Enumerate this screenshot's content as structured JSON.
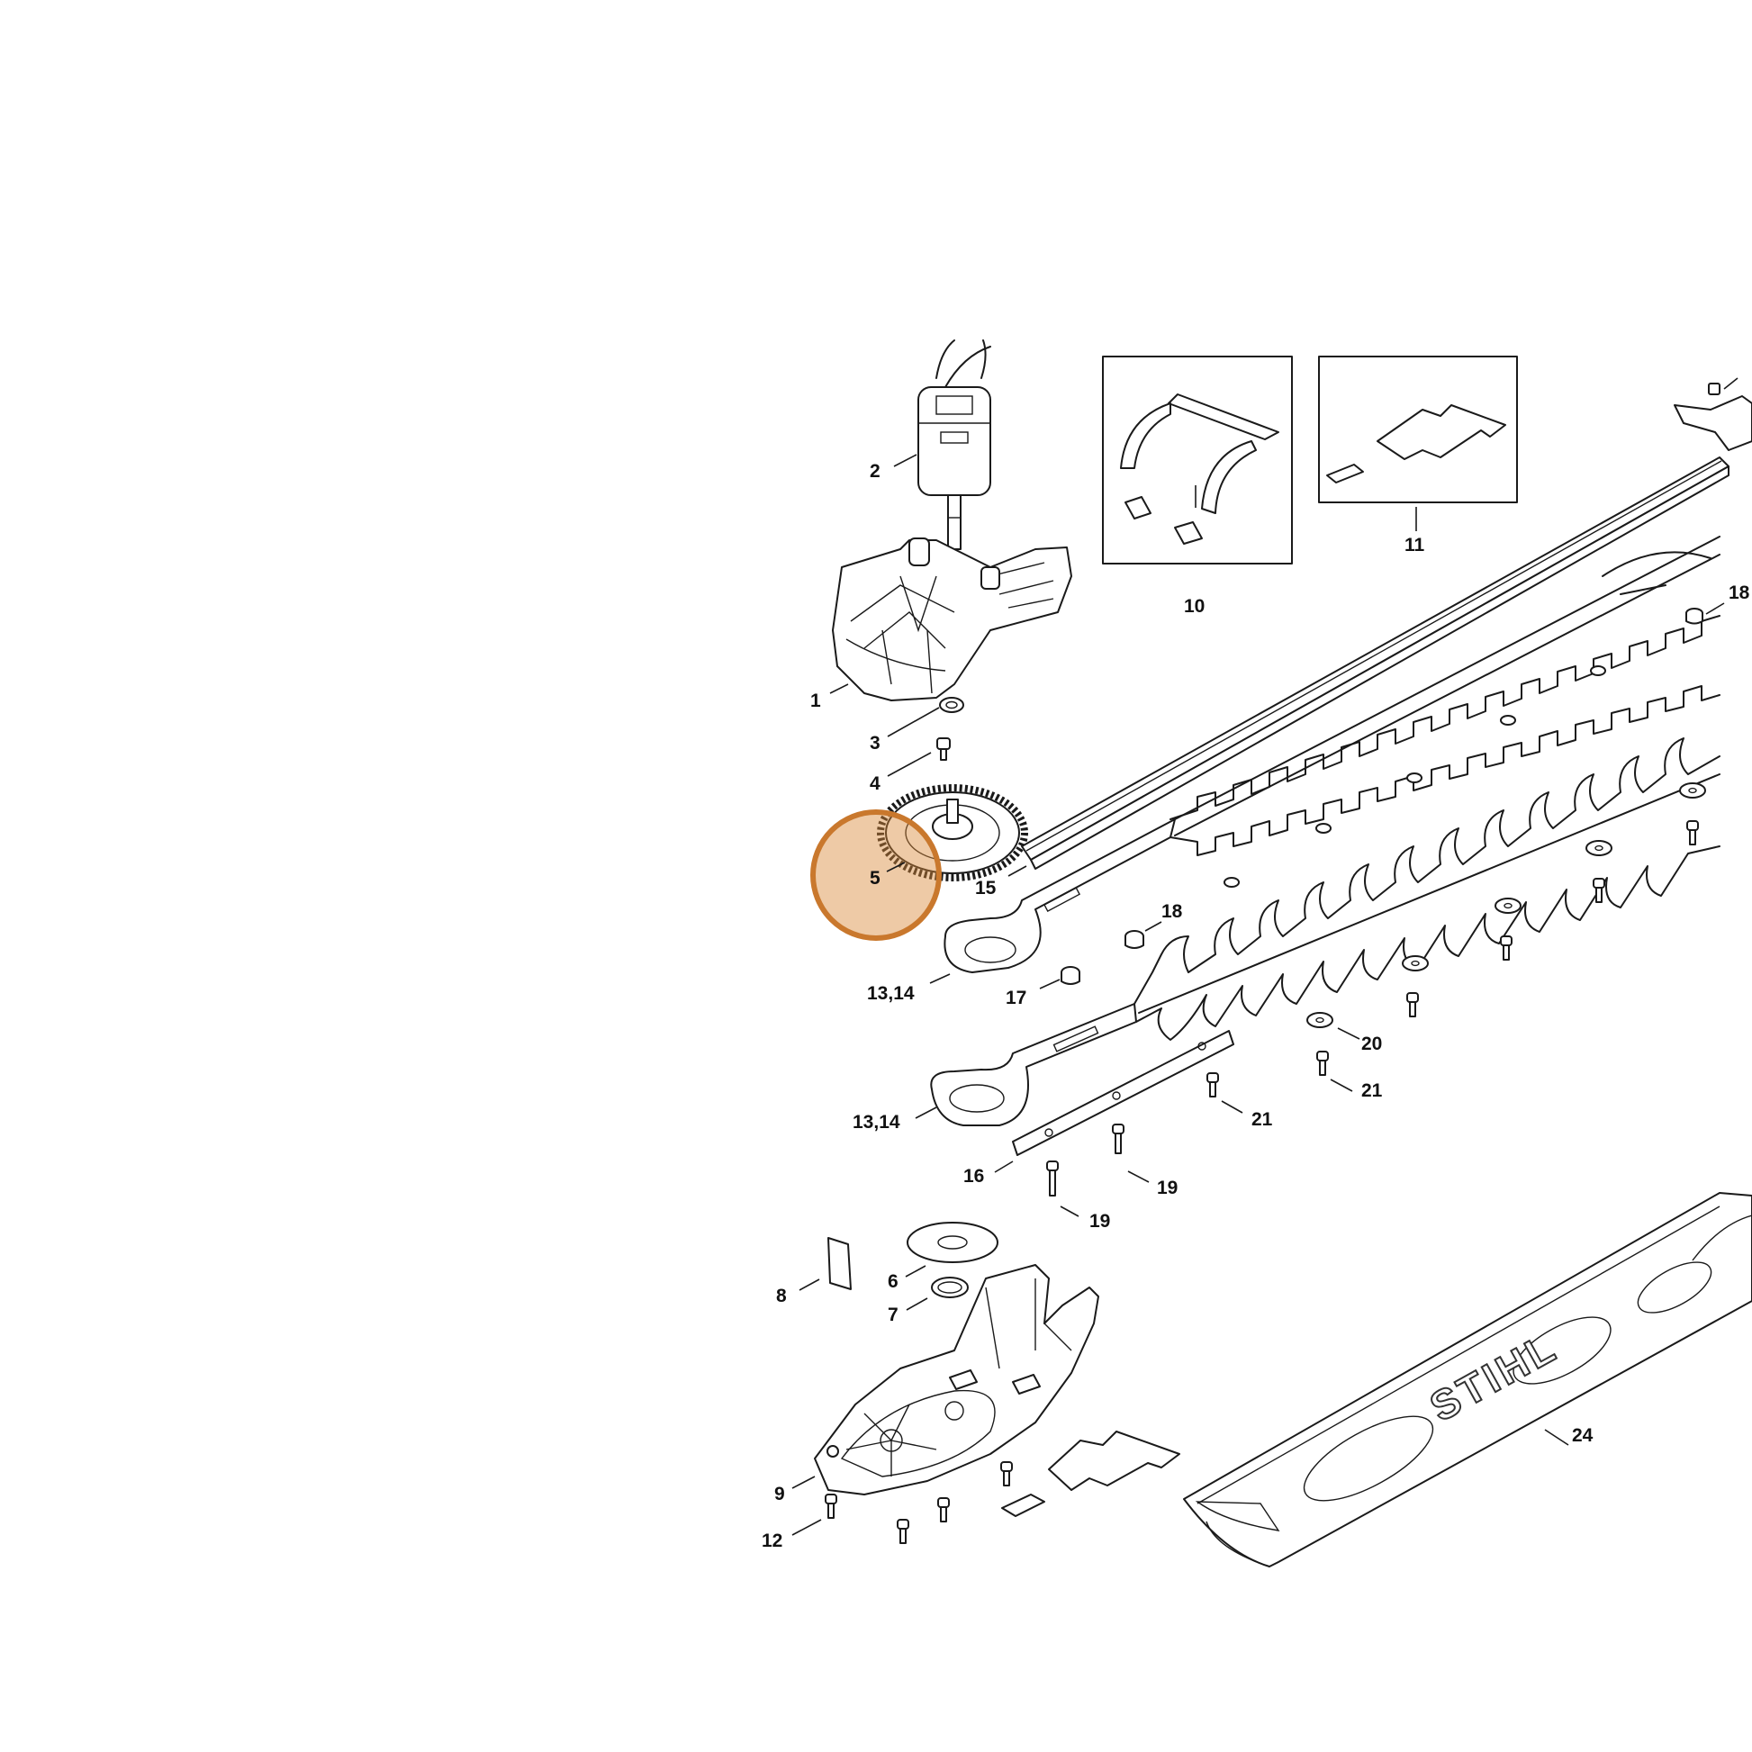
{
  "diagram": {
    "brand_mark": "STIHL",
    "highlight": {
      "part": "5",
      "color": "#d98a3a"
    },
    "labels": {
      "p1": "1",
      "p2": "2",
      "p3": "3",
      "p4": "4",
      "p5": "5",
      "p6": "6",
      "p7": "7",
      "p8": "8",
      "p9": "9",
      "p10": "10",
      "p11": "11",
      "p12": "12",
      "p13_14_a": "13,14",
      "p13_14_b": "13,14",
      "p15": "15",
      "p16": "16",
      "p17": "17",
      "p18_a": "18",
      "p18_b": "18",
      "p19_a": "19",
      "p19_b": "19",
      "p20": "20",
      "p21_a": "21",
      "p21_b": "21",
      "p24": "24"
    }
  }
}
